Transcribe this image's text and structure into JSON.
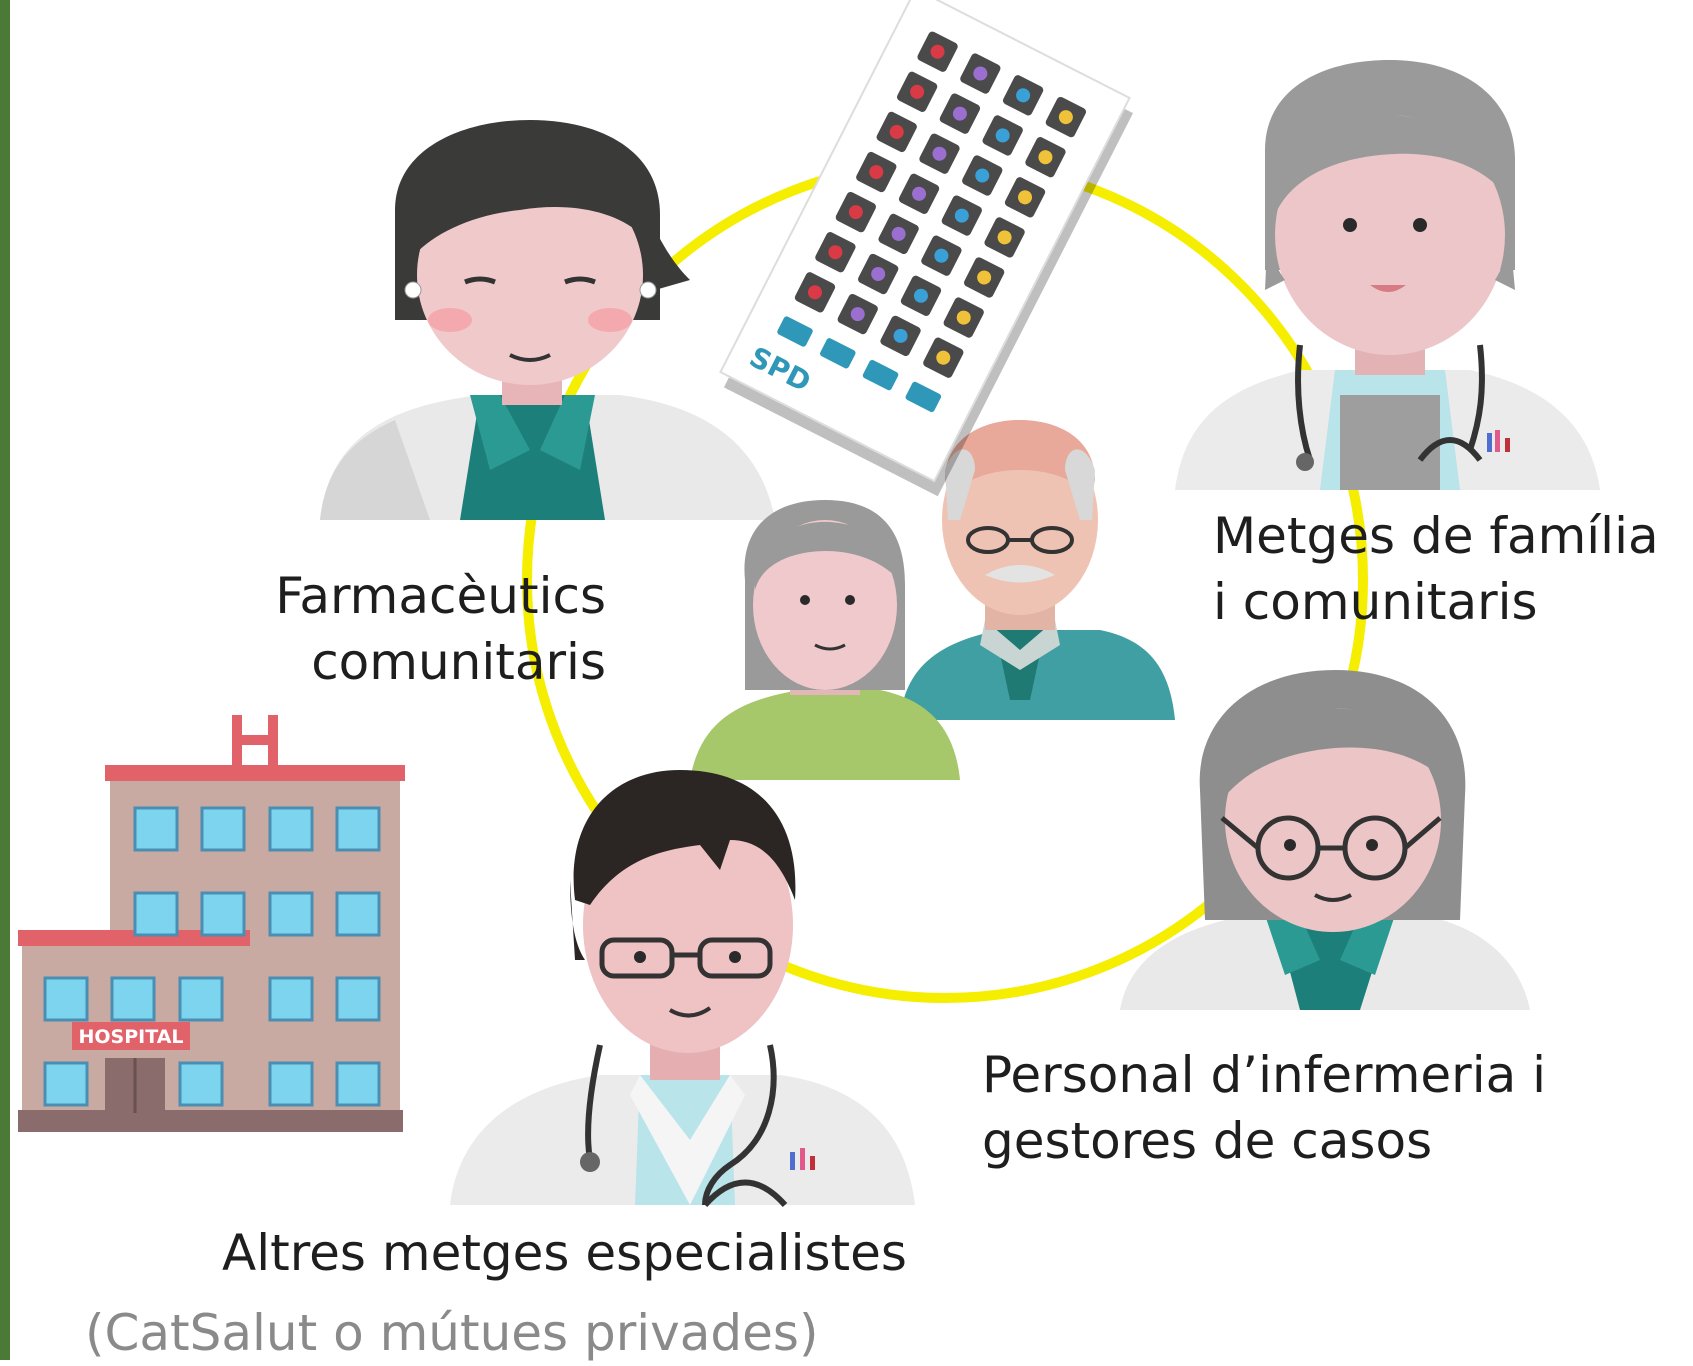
{
  "colors": {
    "accent_bar": "#4a7a35",
    "circle": "#f6ee00",
    "coat": "#ededed",
    "teal": "#20837e",
    "skin": "#f2c4c6",
    "hospital_wall": "#c8aaa2",
    "hospital_roof": "#e2626a",
    "window": "#7cd4ee",
    "label_text": "#1e1e1e",
    "note_text": "#8a8a8a"
  },
  "labels": {
    "pharmacists": [
      "Farmacèutics",
      "comunitaris"
    ],
    "family_doctors": [
      "Metges de família",
      "i comunitaris"
    ],
    "nurses": [
      "Personal d’infermeria i",
      "gestores de casos"
    ],
    "specialists": "Altres metges especialistes",
    "specialists_note": "(CatSalut o mútues privades)"
  },
  "hospital": {
    "sign": "HOSPITAL",
    "letter": "H"
  },
  "pill_card": {
    "brand": "SPD"
  },
  "icons": [
    "pharmacist-icon",
    "family-doctor-icon",
    "nurse-icon",
    "specialist-doctor-icon",
    "elderly-patients-icon",
    "hospital-icon",
    "pill-organizer-icon"
  ]
}
